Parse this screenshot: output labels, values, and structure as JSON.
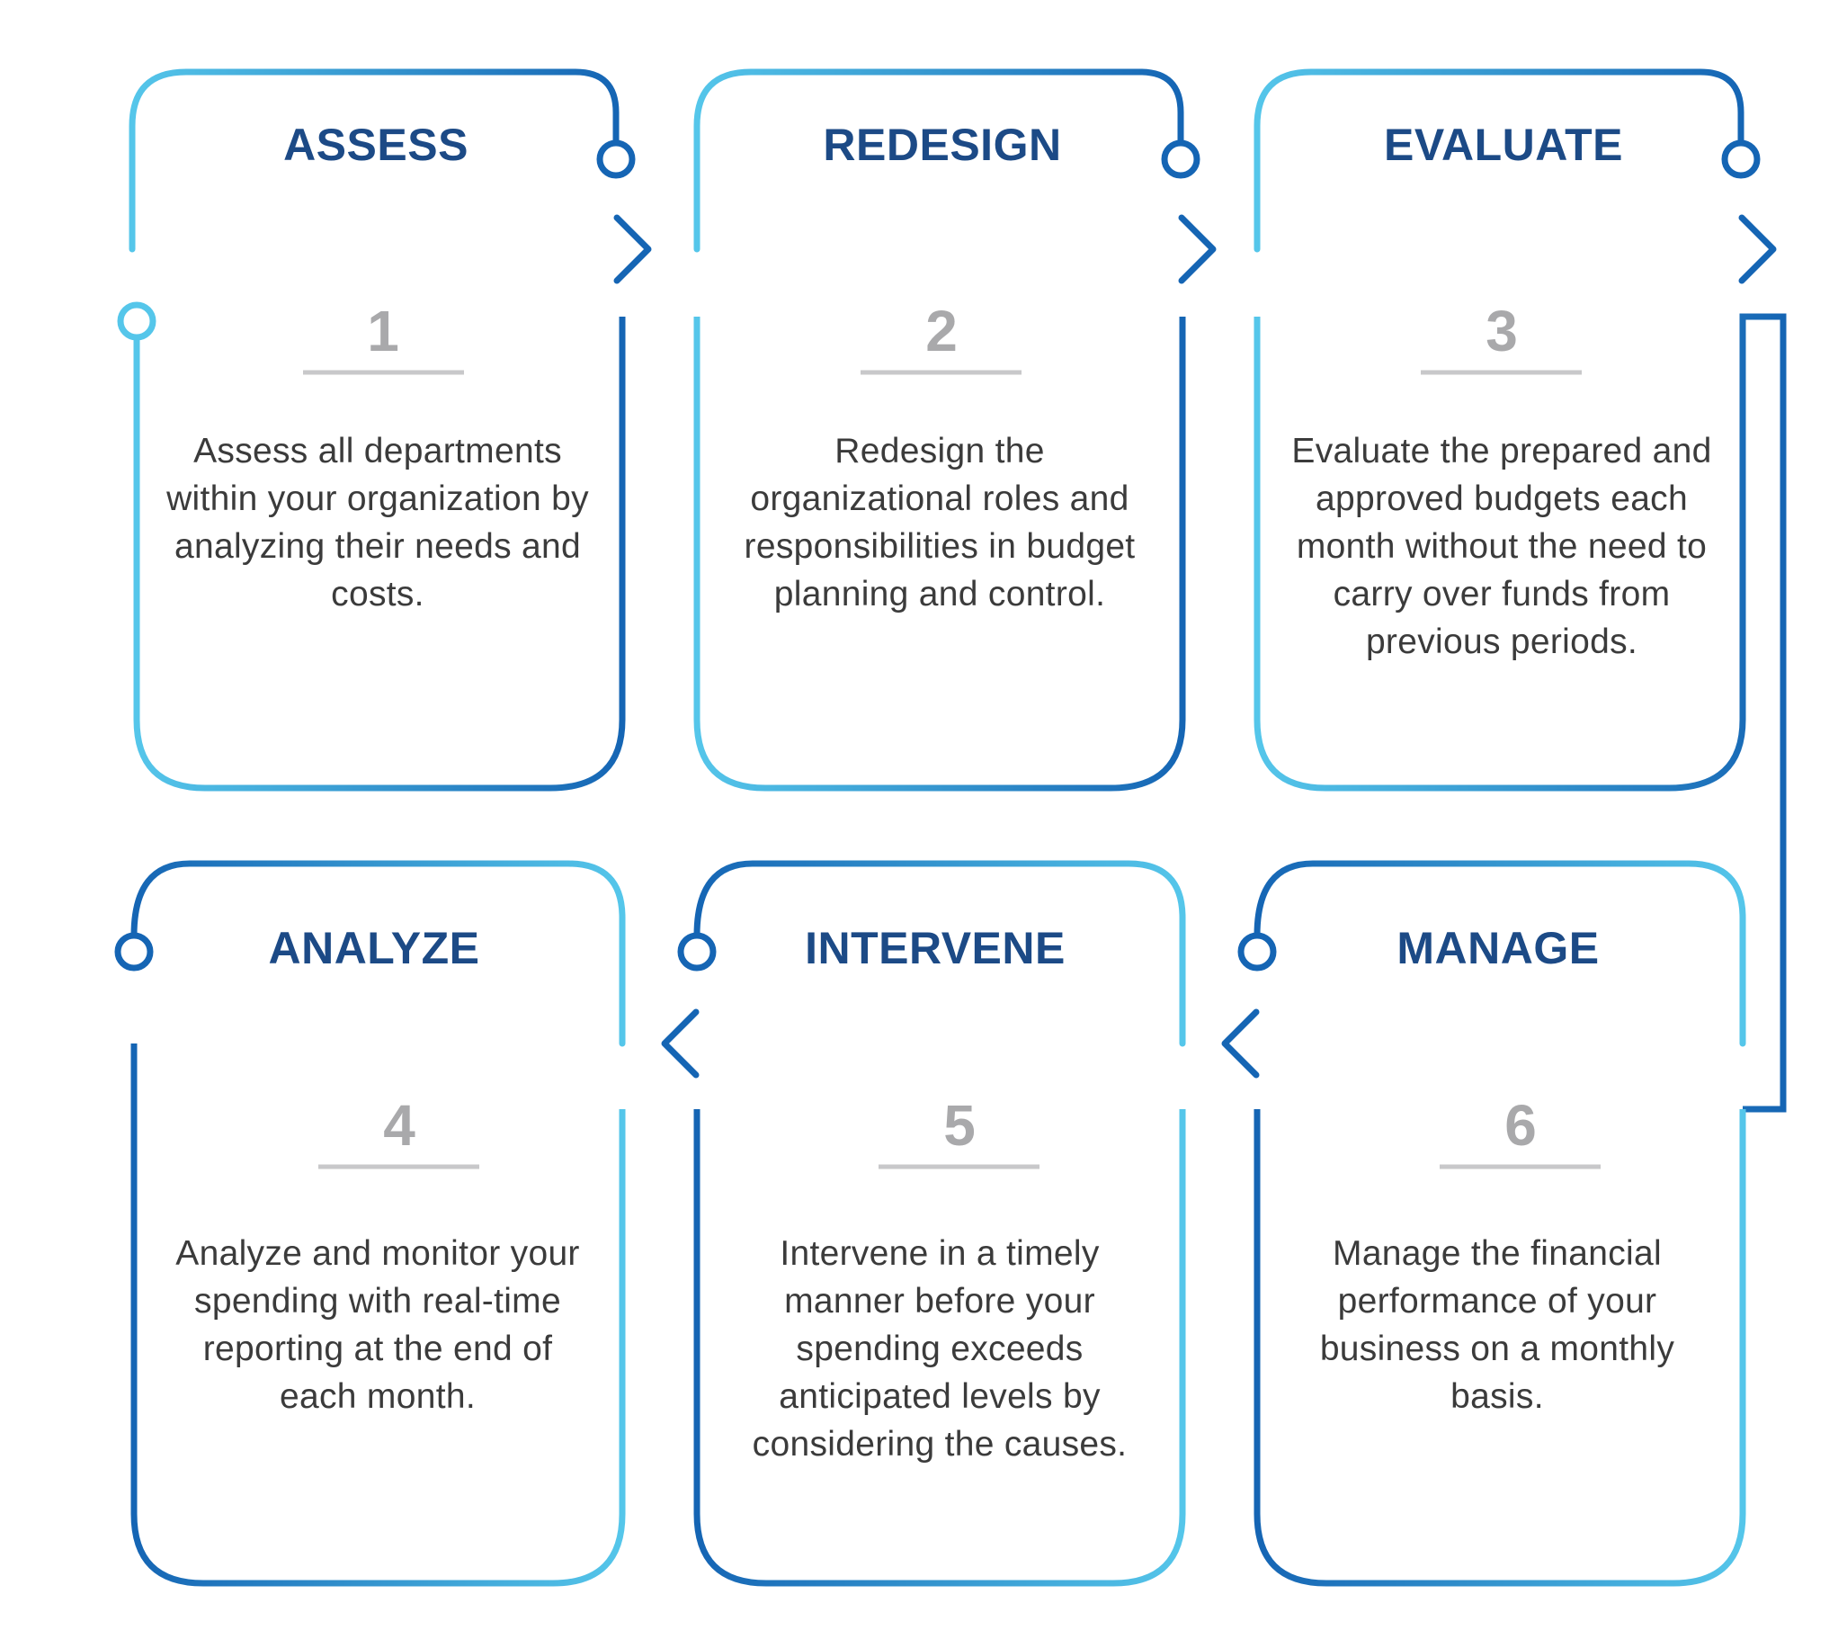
{
  "colors": {
    "outline_light": "#55c6ea",
    "outline_dark": "#1565b4",
    "title": "#1c4a86",
    "number": "#a9a9ab",
    "divider": "#c8c8ca",
    "text": "#3b3b3b"
  },
  "steps": [
    {
      "number": "1",
      "title": "ASSESS",
      "description": "Assess all departments within your organization by analyzing their needs and costs."
    },
    {
      "number": "2",
      "title": "REDESIGN",
      "description": "Redesign the organizational roles and responsibilities in budget planning and control."
    },
    {
      "number": "3",
      "title": "EVALUATE",
      "description": "Evaluate the prepared and approved budgets each month without the need to carry over funds from previous periods."
    },
    {
      "number": "4",
      "title": "ANALYZE",
      "description": "Analyze and monitor your spending with real-time reporting at the end of each month."
    },
    {
      "number": "5",
      "title": "INTERVENE",
      "description": "Intervene in a timely manner before your spending exceeds anticipated levels by considering the causes."
    },
    {
      "number": "6",
      "title": "MANAGE",
      "description": "Manage the financial performance of your business on a monthly basis."
    }
  ]
}
